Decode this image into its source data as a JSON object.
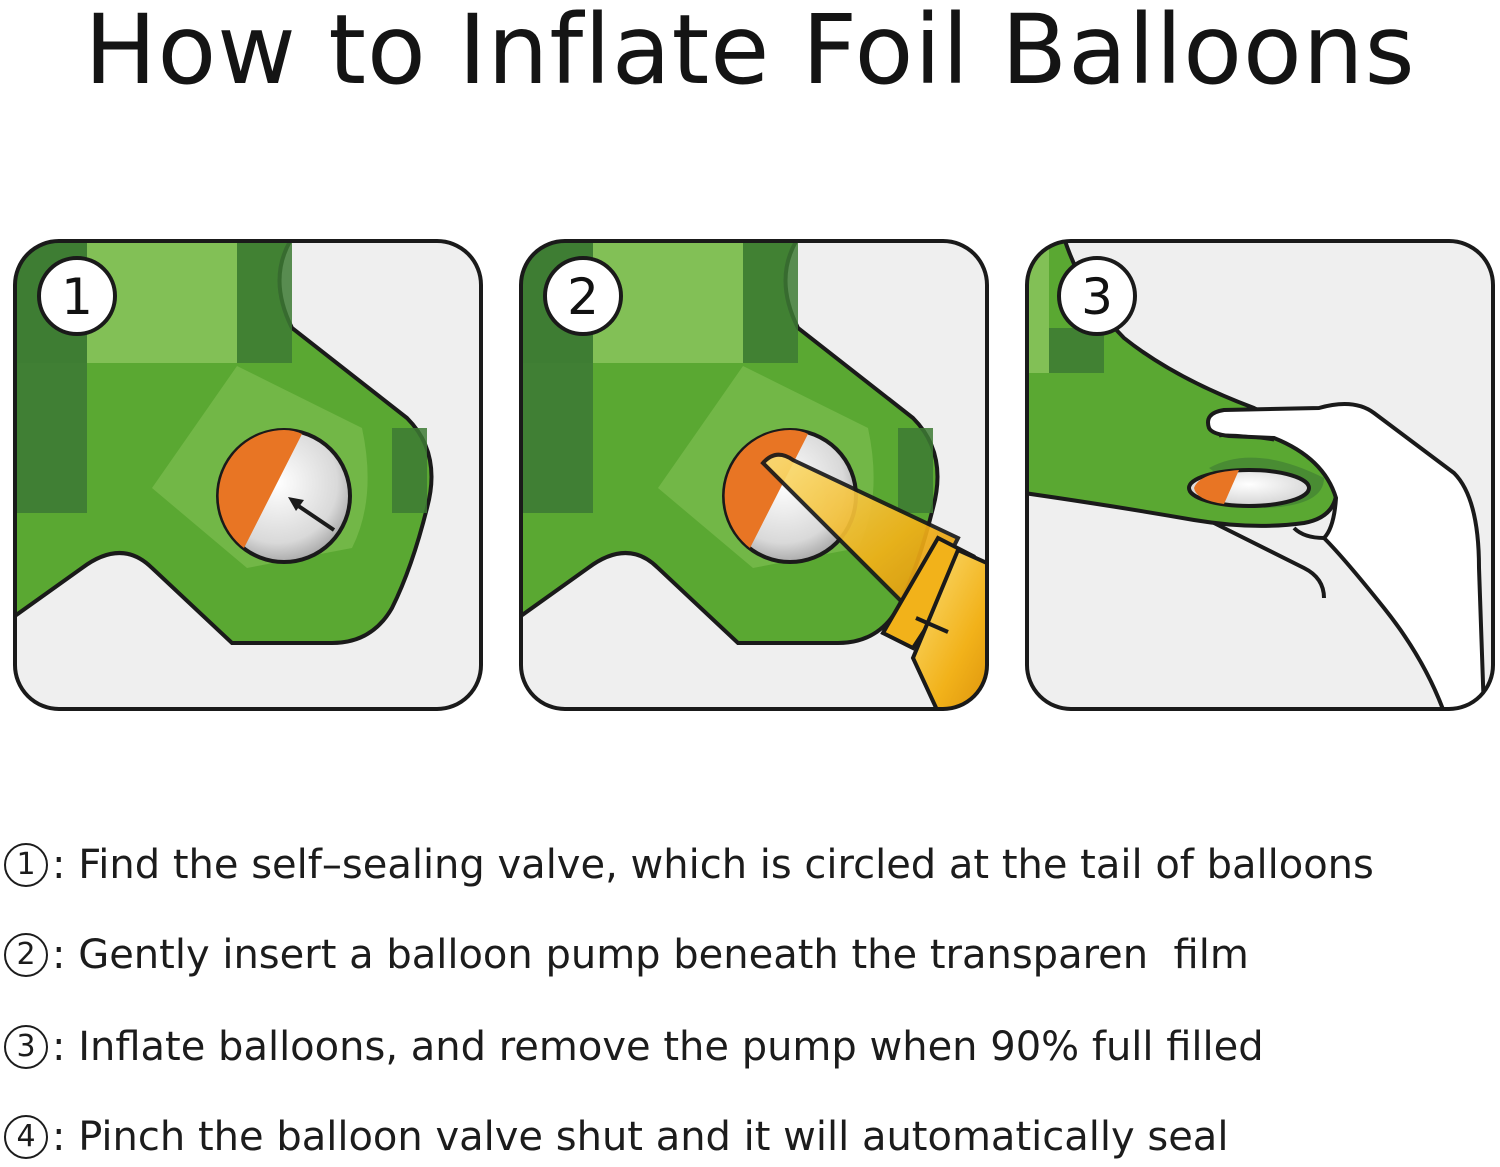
{
  "title": "How to Inflate Foil Balloons",
  "panels": [
    {
      "number": "1"
    },
    {
      "number": "2"
    },
    {
      "number": "3"
    }
  ],
  "steps": [
    {
      "number": "1",
      "text": ": Find the self–sealing valve, which is circled at the tail of balloons"
    },
    {
      "number": "2",
      "text": ": Gently insert a balloon pump beneath the transparen  film"
    },
    {
      "number": "3",
      "text": ": Inflate balloons, and remove the pump when 90% full filled"
    },
    {
      "number": "4",
      "text": ": Pinch the balloon valve shut and it will automatically seal"
    }
  ],
  "colors": {
    "outline": "#1a1a1a",
    "panel_bg": "#efefef",
    "green_dark": "#3d7a34",
    "green_mid": "#5aa832",
    "green_light": "#86c25a",
    "valve_orange": "#e87524",
    "pump_yellow": "#f2b21a"
  }
}
